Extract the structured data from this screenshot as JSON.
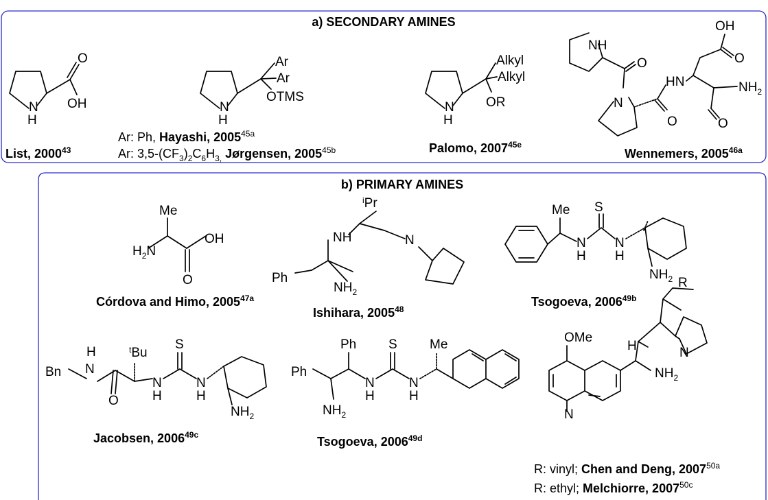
{
  "panel_a": {
    "heading": "a) SECONDARY AMINES",
    "list": {
      "name": "List, 2000",
      "ref": "43"
    },
    "hayashi": {
      "prefix": "Ar: Ph, ",
      "name": "Hayashi, 2005",
      "ref": "45a"
    },
    "jorgensen": {
      "prefix": "Ar: 3,5-(CF",
      "sub1": "3",
      "mid": ")",
      "sub2": "2",
      "mid2": "C",
      "sub3": "6",
      "mid3": "H",
      "sub4": "3,",
      "name": " Jørgensen, 2005",
      "ref": "45b"
    },
    "palomo": {
      "name": "Palomo, 2007",
      "ref": "45e"
    },
    "wennemers": {
      "name": "Wennemers, 2005",
      "ref": "46a"
    }
  },
  "panel_b": {
    "heading": "b) PRIMARY AMINES",
    "cordova": {
      "name": "Córdova and Himo, 2005",
      "ref": "47a"
    },
    "ishihara": {
      "name": "Ishihara, 2005",
      "ref": "48"
    },
    "tsogoeva1": {
      "name": "Tsogoeva, 2006",
      "ref": "49b"
    },
    "jacobsen": {
      "name": "Jacobsen, 2006",
      "ref": "49c"
    },
    "tsogoeva2": {
      "name": "Tsogoeva, 2006",
      "ref": "49d"
    },
    "chen": {
      "prefix": "R: vinyl; ",
      "name": "Chen and Deng, 2007",
      "ref": "50a"
    },
    "melchiorre": {
      "prefix": "R: ethyl; ",
      "name": "Melchiorre, 2007",
      "ref": "50c"
    }
  },
  "atoms": {
    "N": "N",
    "H": "H",
    "NH": "NH",
    "O": "O",
    "OH": "OH",
    "OR": "OR",
    "OTMS": "OTMS",
    "Ar": "Ar",
    "Alkyl": "Alkyl",
    "HN": "HN",
    "NH2": "NH",
    "two": "2",
    "H2N": "H",
    "Me": "Me",
    "S": "S",
    "Ph": "Ph",
    "Bn": "Bn",
    "Bu": "Bu",
    "t": "t",
    "i": "i",
    "Pr": "Pr",
    "OMe": "OMe",
    "R": "R"
  }
}
